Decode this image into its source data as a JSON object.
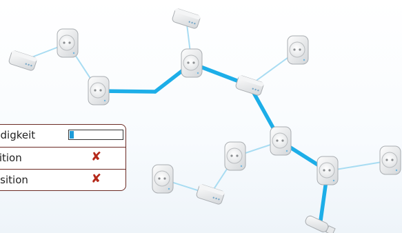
{
  "network": {
    "link_colors": {
      "active": "#1daee8",
      "inactive": "#a8dcf2"
    },
    "device_types": [
      "power-socket-adapter",
      "wifi-adapter",
      "usb-stick"
    ]
  },
  "legend": {
    "speed_label": "ndigkeit",
    "speed_level": 0.08,
    "position_label": "sition",
    "position_status": "✘",
    "target_label": "osition",
    "target_status": "✘"
  }
}
